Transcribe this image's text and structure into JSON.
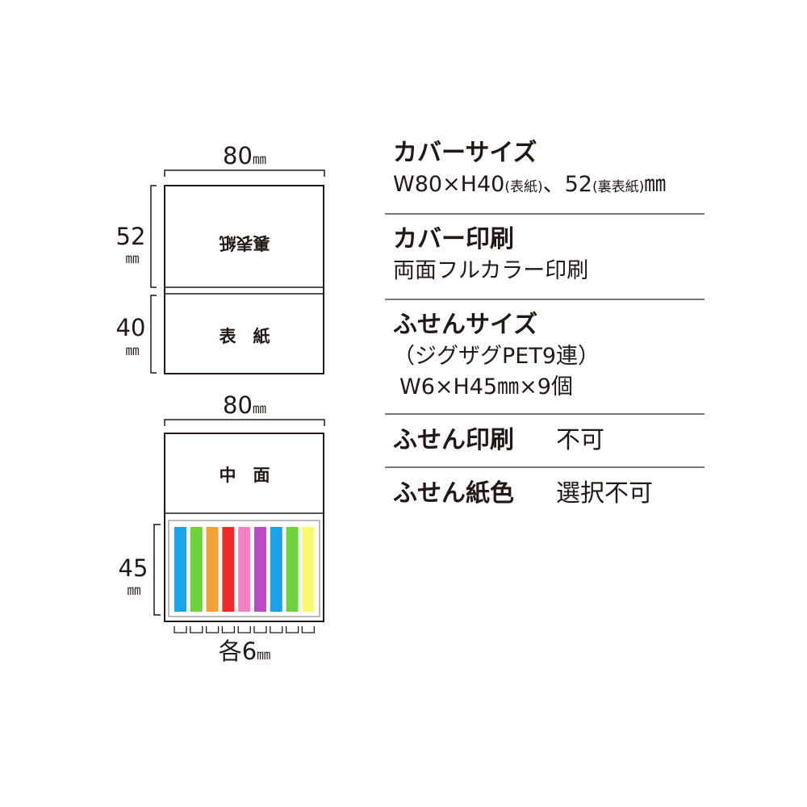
{
  "diagram": {
    "cover": {
      "width_label": "80",
      "height_back_label": "52",
      "height_front_label": "40",
      "unit": "㎜",
      "back_face_label": "裏表紙",
      "front_face_label": "表　紙"
    },
    "inner": {
      "width_label": "80",
      "height_label": "45",
      "unit": "㎜",
      "face_label": "中　面",
      "each_width_label": "各6",
      "each_width_unit": "㎜"
    },
    "sticky_colors": [
      "#1aa3e8",
      "#6fd23c",
      "#f5a035",
      "#f02a2a",
      "#f77fc3",
      "#b84cc2",
      "#1aa3e8",
      "#6fd23c",
      "#fafa6e"
    ]
  },
  "specs": {
    "cover_size": {
      "title": "カバーサイズ",
      "value_main": "W80×H40",
      "value_note_front": "(表紙)",
      "value_sep": "、52",
      "value_note_back": "(裏表紙)",
      "value_unit": "㎜"
    },
    "cover_print": {
      "title": "カバー印刷",
      "value": "両面フルカラー印刷"
    },
    "sticky_size": {
      "title": "ふせんサイズ",
      "line1": "（ジグザグPET9連）",
      "line2": "W6×H45㎜×9個"
    },
    "sticky_print": {
      "label": "ふせん印刷",
      "value": "不可"
    },
    "sticky_color": {
      "label": "ふせん紙色",
      "value": "選択不可"
    }
  }
}
